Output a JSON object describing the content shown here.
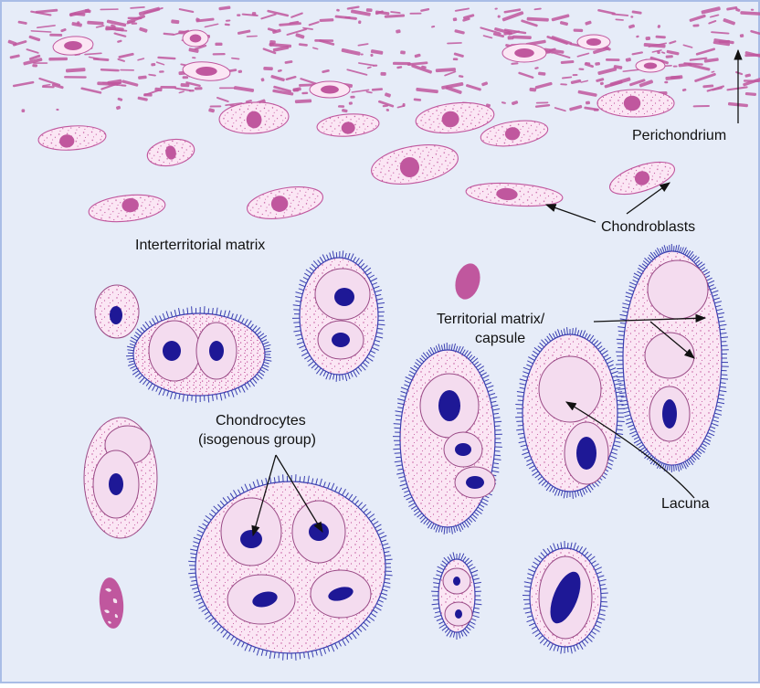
{
  "colors": {
    "background": "#e6ecf8",
    "border": "#a9bde6",
    "matrix_fill": "#fbe6f4",
    "matrix_dots": "#c0509a",
    "nucleus_magenta": "#c0579e",
    "nucleus_blue": "#1e1896",
    "capsule_hair": "#3a3fb0",
    "lacuna_fill": "#f4dcef",
    "arrow": "#111111",
    "label": "#111111"
  },
  "labels": {
    "perichondrium": "Perichondrium",
    "chondroblasts": "Chondroblasts",
    "interterritorial_matrix": "Interterritorial matrix",
    "territorial_matrix_line1": "Territorial matrix/",
    "territorial_matrix_line2": "capsule",
    "chondrocytes_line1": "Chondrocytes",
    "chondrocytes_line2": "(isogenous group)",
    "lacuna": "Lacuna"
  },
  "icons": {
    "arrowhead": "filled-triangle-arrowhead"
  }
}
